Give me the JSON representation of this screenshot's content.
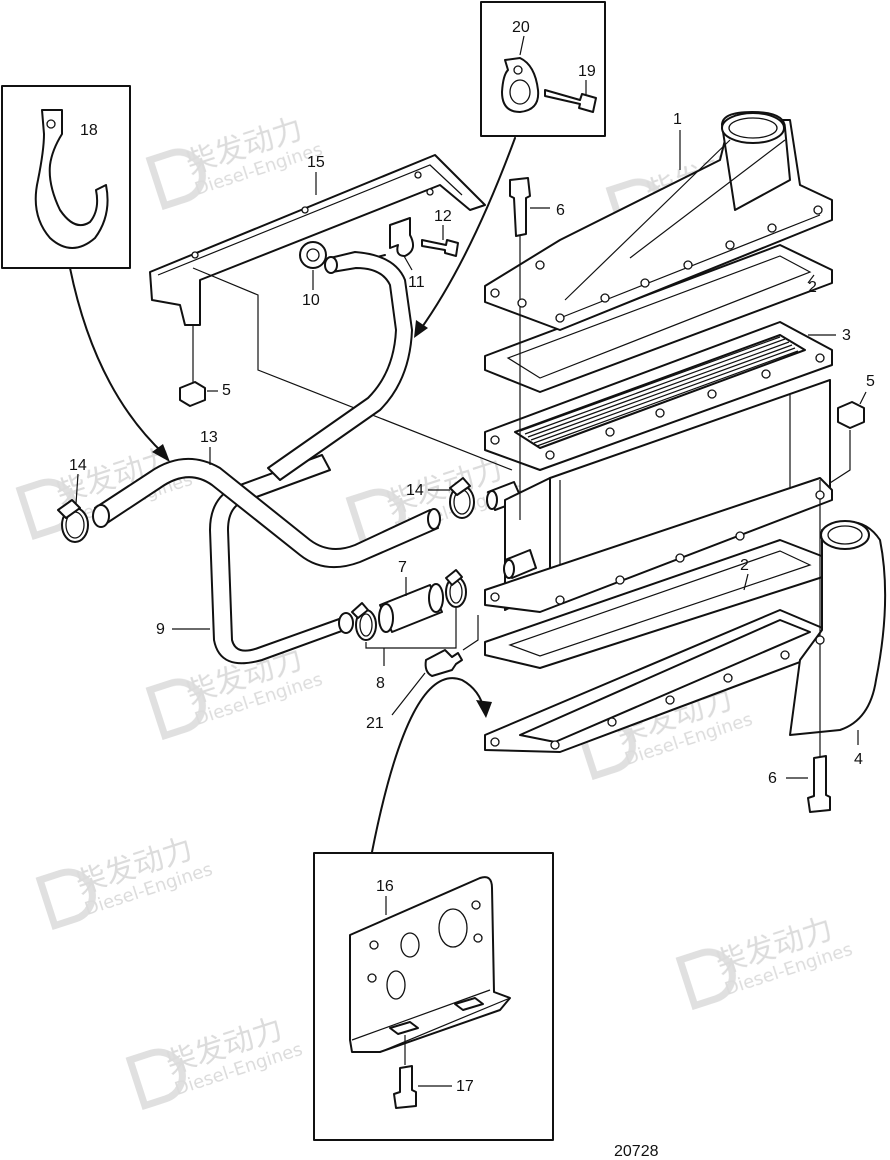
{
  "drawing_number": "20728",
  "watermark": {
    "text_cn": "柴发动力",
    "text_en": "Diesel-Engines",
    "icon": "d-logo-watermark-icon"
  },
  "callouts": {
    "c1": "1",
    "c2a": "2",
    "c2b": "2",
    "c3": "3",
    "c4": "4",
    "c5a": "5",
    "c5b": "5",
    "c6a": "6",
    "c6b": "6",
    "c7": "7",
    "c8": "8",
    "c9": "9",
    "c10": "10",
    "c11": "11",
    "c12": "12",
    "c13": "13",
    "c14a": "14",
    "c14b": "14",
    "c15": "15",
    "c16": "16",
    "c17": "17",
    "c18": "18",
    "c19": "19",
    "c20": "20",
    "c21": "21"
  },
  "colors": {
    "line": "#111111",
    "background": "#ffffff",
    "watermark": "#d9d9d9"
  }
}
